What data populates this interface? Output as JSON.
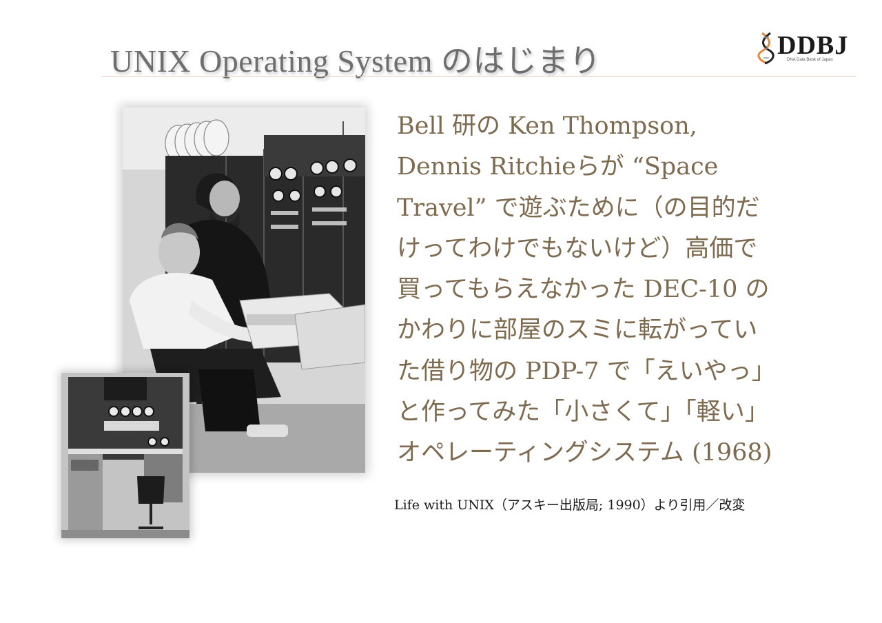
{
  "slide": {
    "title": "UNIX Operating System のはじまり",
    "logo": {
      "text": "DDBJ",
      "subtitle": "DNA Data Bank of Japan"
    },
    "body_lines": [
      "Bell 研の Ken Thompson,",
      "Dennis Ritchieらが “Space",
      "Travel” で遊ぶために（の目的だ",
      "けってわけでもないけど）高価で",
      "買ってもらえなかった DEC-10 の",
      "かわりに部屋のスミに転がってい",
      "た借り物の PDP-7 で「えいやっ」",
      "と作ってみた「小さくて」「軽い」",
      "オペレーティングシステム (1968)"
    ],
    "caption": "Life with UNIX（アスキー出版局; 1990）より引用／改変"
  },
  "colors": {
    "title": "#6e6e6e",
    "body_text": "#7d6a4f",
    "rule": "#e8c6b8",
    "helix_orange": "#e38a3c",
    "helix_dark": "#222222"
  }
}
